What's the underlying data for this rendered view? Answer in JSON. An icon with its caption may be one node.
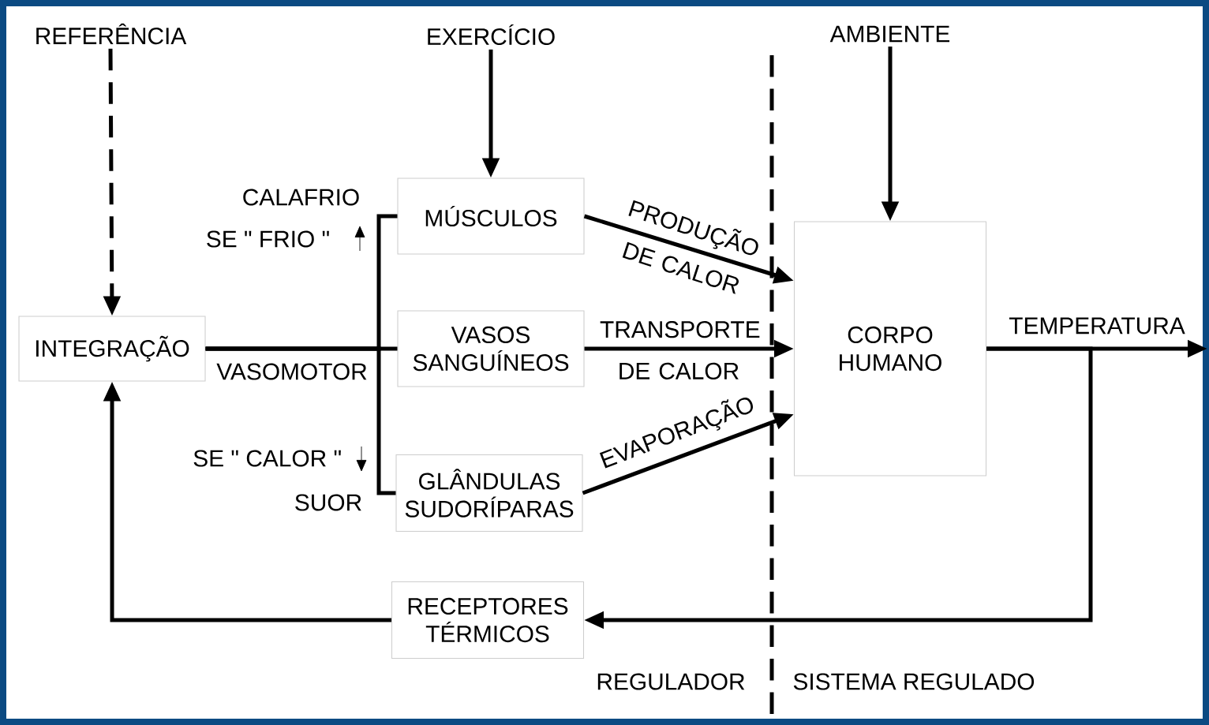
{
  "diagram": {
    "nodes": [
      {
        "text": [
          "REFERÊNCIA"
        ]
      },
      {
        "text": [
          "EXERCÍCIO"
        ]
      },
      {
        "text": [
          "AMBIENTE"
        ]
      },
      {
        "text": [
          "INTEGRAÇÃO"
        ]
      },
      {
        "text": [
          "MÚSCULOS"
        ]
      },
      {
        "text": [
          "VASOS SANGUÍNEOS"
        ]
      },
      {
        "text": [
          "GLÂNDULAS SUDORÍPARAS"
        ]
      },
      {
        "text": [
          "CORPO HUMANO"
        ]
      },
      {
        "text": [
          "RECEPTORES TÉRMICOS"
        ]
      }
    ],
    "edges": [
      {
        "from": 0,
        "to": 3,
        "arrow": "to",
        "style": "dashed"
      },
      {
        "from": 1,
        "to": 4,
        "arrow": "to"
      },
      {
        "from": 2,
        "to": 7,
        "arrow": "to"
      },
      {
        "from": 3,
        "to": 4,
        "arrow": "none"
      },
      {
        "from": 3,
        "to": 5,
        "arrow": "none",
        "label": "VASOMOTOR"
      },
      {
        "from": 3,
        "to": 6,
        "arrow": "none"
      },
      {
        "from": 4,
        "to": 7,
        "arrow": "to",
        "label": "PRODUÇÃO DE CALOR"
      },
      {
        "from": 5,
        "to": 7,
        "arrow": "to",
        "label": "TRANSPORTE DE CALOR"
      },
      {
        "from": 6,
        "to": 7,
        "arrow": "to",
        "label": "EVAPORAÇÃO"
      },
      {
        "from": 7,
        "to": null,
        "arrow": "to",
        "label": "TEMPERATURA"
      },
      {
        "from": 7,
        "to": 8,
        "arrow": "to"
      },
      {
        "from": 8,
        "to": 3,
        "arrow": "to"
      }
    ],
    "labels": [
      "CALAFRIO",
      "SE \" FRIO \"",
      "SE \" CALOR \"",
      "SUOR",
      "REGULADOR",
      "SISTEMA REGULADO"
    ]
  }
}
